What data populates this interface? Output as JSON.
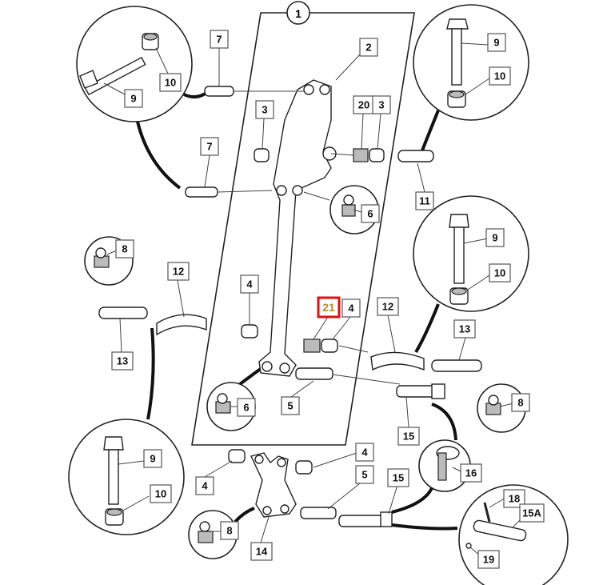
{
  "callouts": {
    "n1": "1",
    "n2": "2",
    "n3a": "3",
    "n3b": "3",
    "n4a": "4",
    "n4b": "4",
    "n4c": "4",
    "n4d": "4",
    "n5a": "5",
    "n5b": "5",
    "n6a": "6",
    "n6b": "6",
    "n7a": "7",
    "n7b": "7",
    "n8a": "8",
    "n8b": "8",
    "n8c": "8",
    "n9a": "9",
    "n9b": "9",
    "n9c": "9",
    "n9d": "9",
    "n10a": "10",
    "n10b": "10",
    "n10c": "10",
    "n10d": "10",
    "n11": "11",
    "n12a": "12",
    "n12b": "12",
    "n13a": "13",
    "n13b": "13",
    "n14": "14",
    "n15a": "15",
    "n15b": "15",
    "n15A": "15A",
    "n16": "16",
    "n18": "18",
    "n19": "19",
    "n20": "20",
    "n21": "21"
  },
  "highlight_color": "#dd1111"
}
